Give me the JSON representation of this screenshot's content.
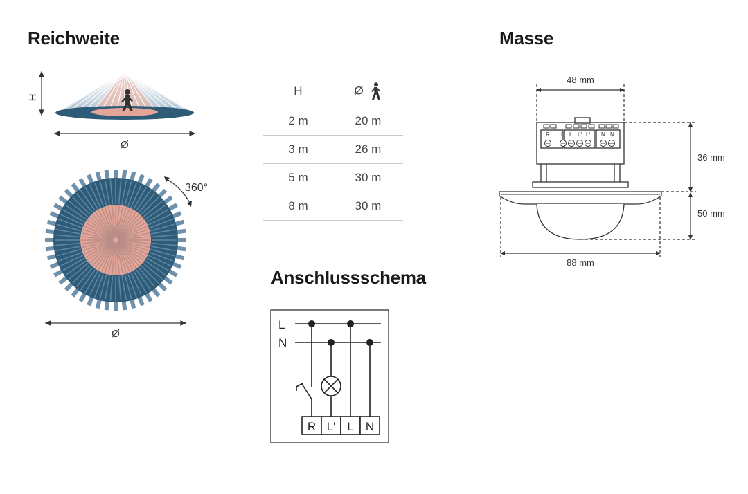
{
  "headings": {
    "range": "Reichweite",
    "dimensions": "Masse",
    "wiring": "Anschlussschema"
  },
  "range_diagram": {
    "height_label": "H",
    "diameter_label": "Ø",
    "rotation_label": "360°"
  },
  "range_table": {
    "header_height": "H",
    "header_diameter": "Ø",
    "rows": [
      {
        "h": "2 m",
        "d": "20 m"
      },
      {
        "h": "3 m",
        "d": "26 m"
      },
      {
        "h": "5 m",
        "d": "30 m"
      },
      {
        "h": "8 m",
        "d": "30 m"
      }
    ]
  },
  "dimensions": {
    "width_top": "48 mm",
    "height_upper": "36 mm",
    "height_lower": "50 mm",
    "width_total": "88 mm",
    "terminal_labels": [
      "R",
      "L",
      "L",
      "L'",
      "L'",
      "N",
      "N"
    ]
  },
  "wiring": {
    "line_labels": [
      "L",
      "N"
    ],
    "terminals": [
      "R",
      "L'",
      "L",
      "N"
    ]
  },
  "colors": {
    "blue": "#2d5b78",
    "salmon": "#e3a598",
    "line": "#333333"
  },
  "icons": [
    "walking-person-icon",
    "lamp-icon",
    "switch-icon",
    "rotation-arrow-icon"
  ]
}
